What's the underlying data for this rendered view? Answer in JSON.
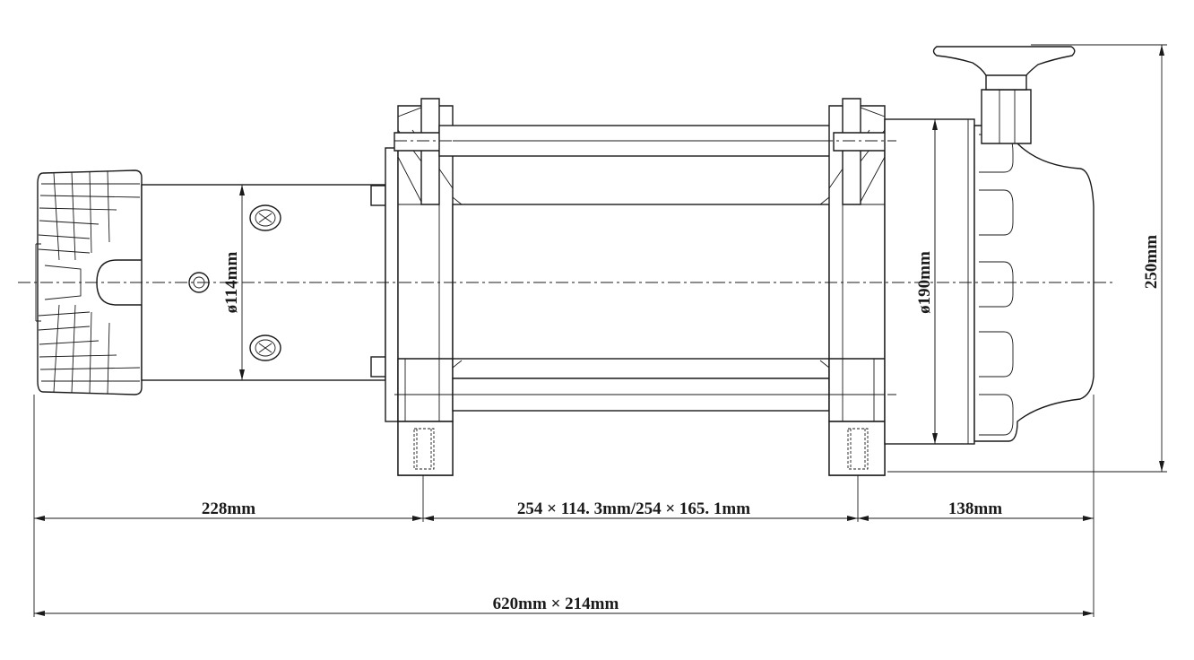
{
  "dimensions": {
    "motor_length": "228mm",
    "drum_size": "254 × 114. 3mm/254 × 165. 1mm",
    "gearbox_length": "138mm",
    "overall": "620mm × 214mm",
    "height": "250mm",
    "motor_diameter": "ø114mm",
    "gearbox_diameter": "ø190mm"
  },
  "colors": {
    "line": "#1a1a1a",
    "background": "#ffffff"
  }
}
